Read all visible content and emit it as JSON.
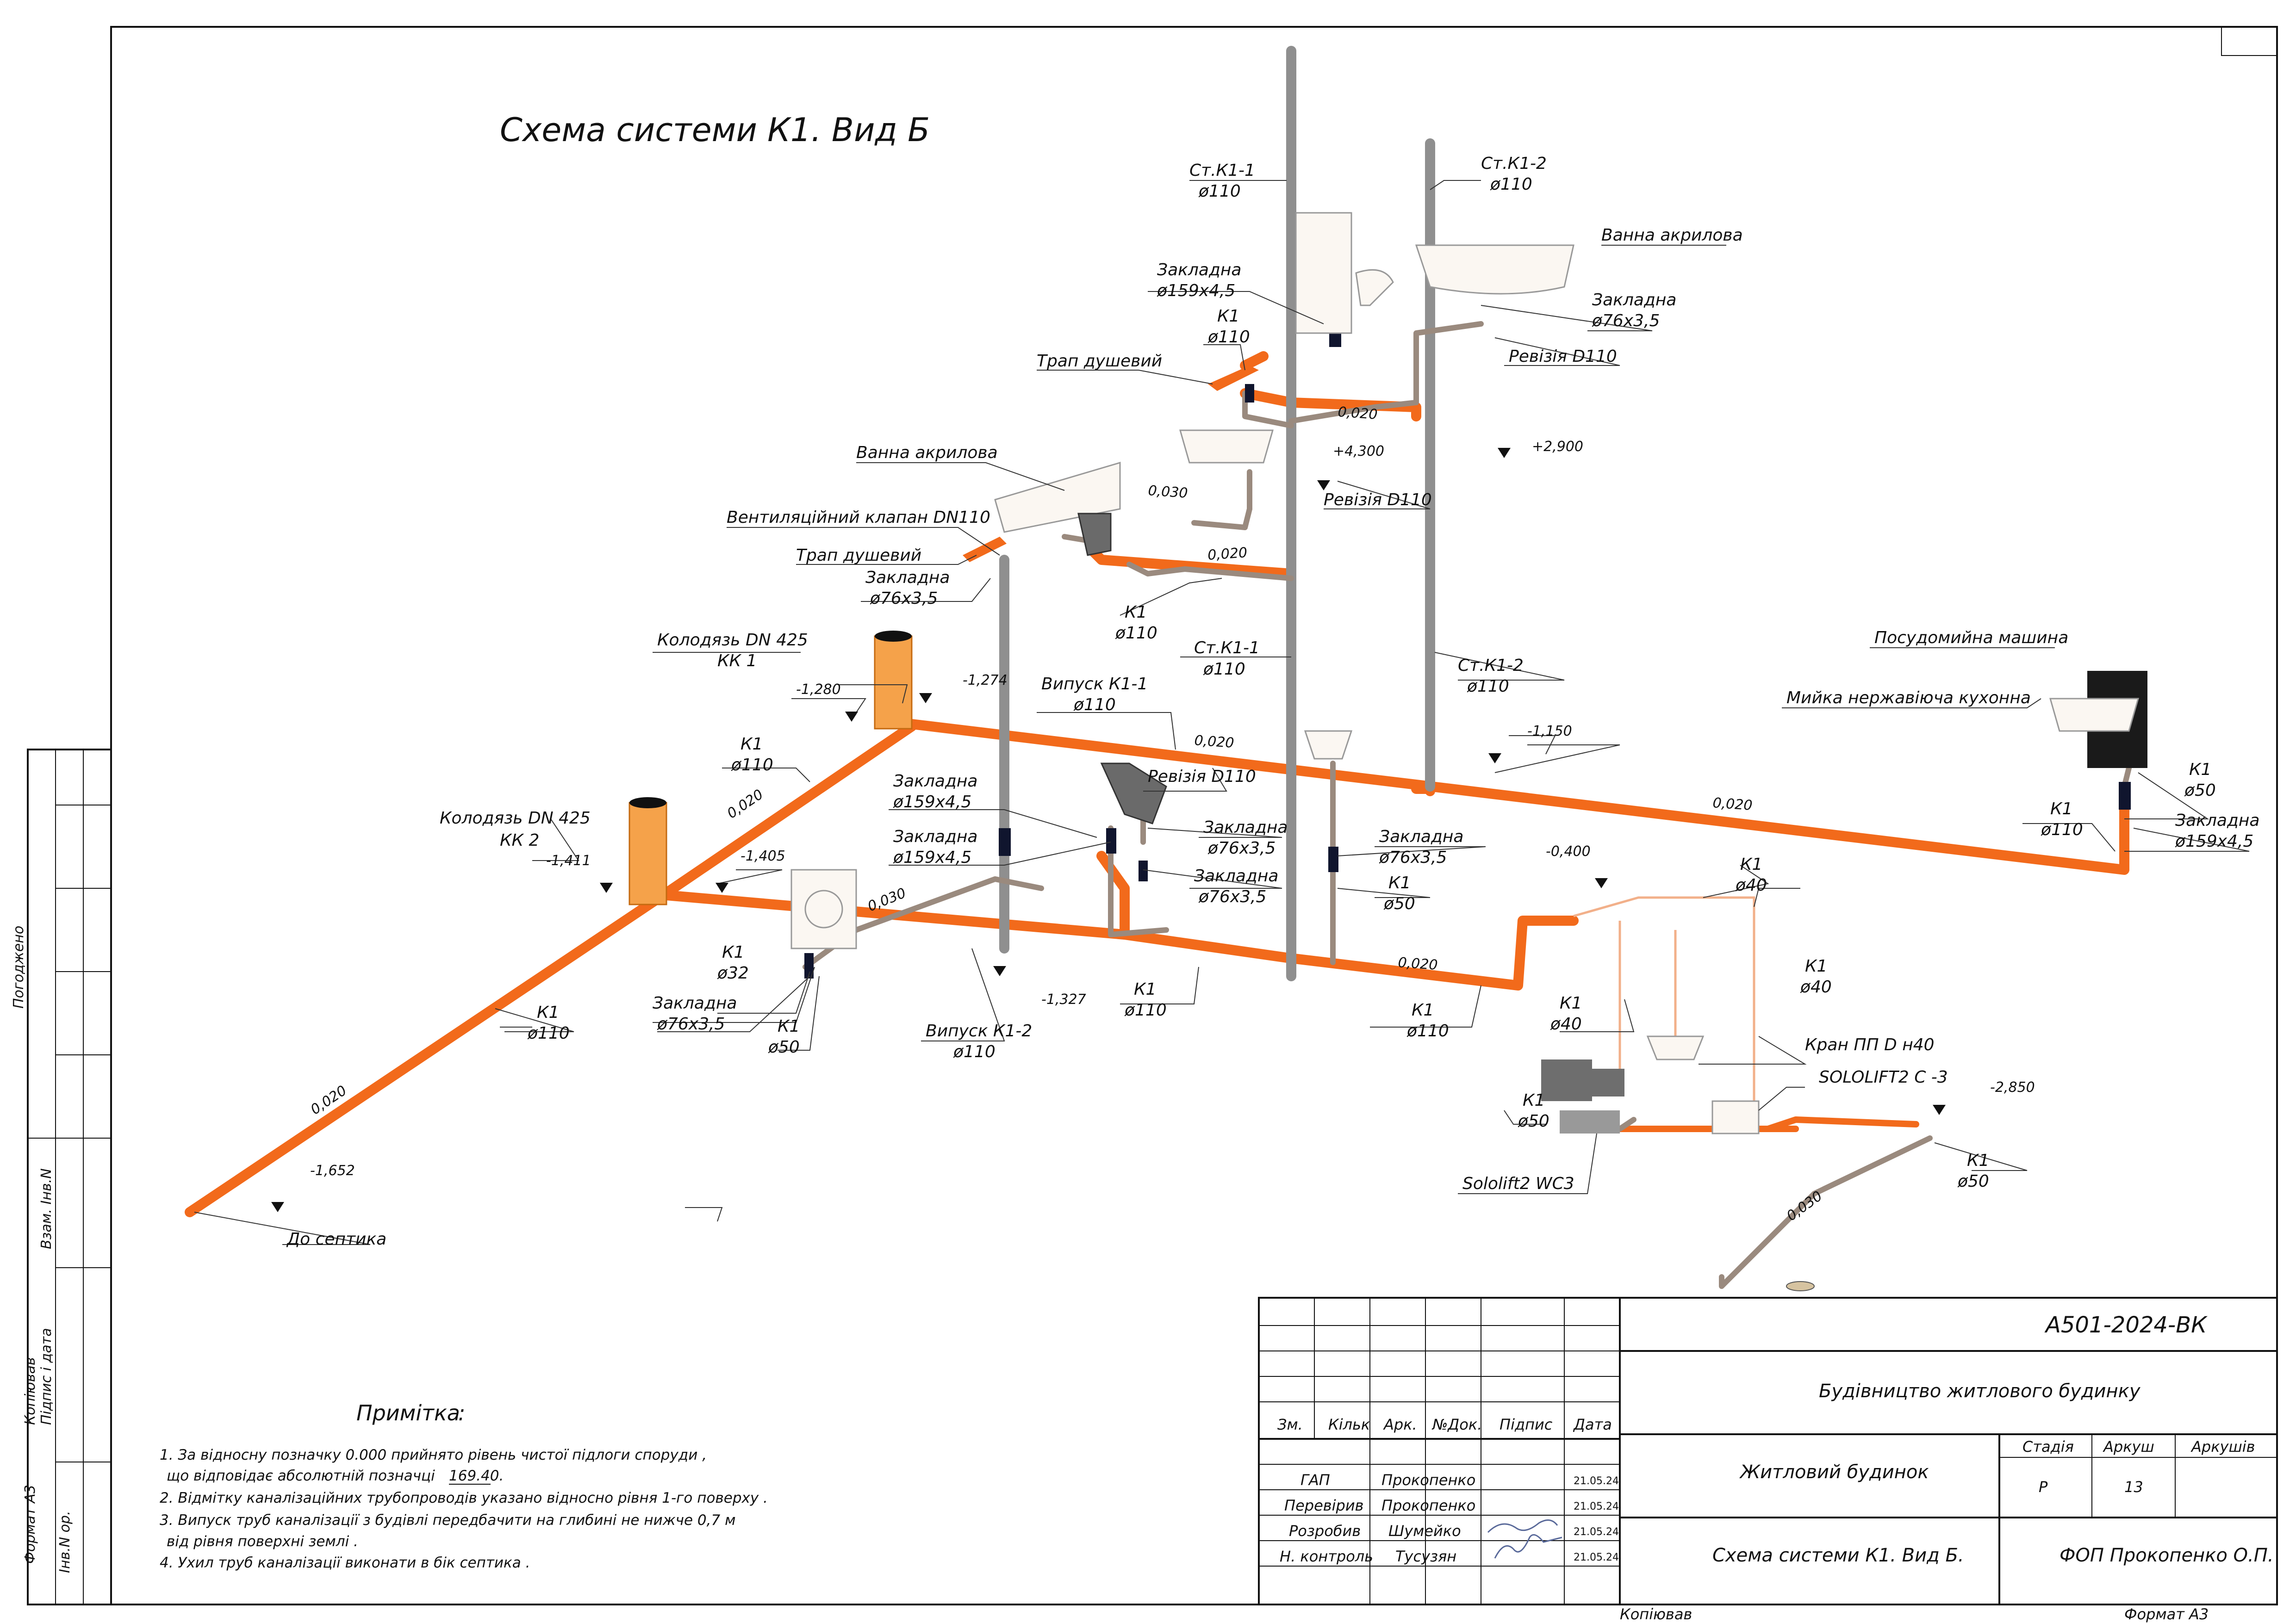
{
  "title": "Схема    системи   К1. Вид   Б",
  "labels": {
    "st_k1_1_top": "Ст.К1-1",
    "st_k1_1_top_d": "ø110",
    "st_k1_2_top": "Ст.К1-2",
    "st_k1_2_top_d": "ø110",
    "zakladna_1": "Закладна",
    "zakladna_1_d": "ø159x4,5",
    "k1_a": "К1",
    "k1_a_d": "ø110",
    "trap_1": "Трап   душевий",
    "vanna_1": "Ванна   акрилова",
    "zakladna_2": "Закладна",
    "zakladna_2_d": "ø76x3,5",
    "reviziya_1": "Ревізія   D110",
    "slope_a": "0,020",
    "mark_2900": "+2,900",
    "mark_4300": "+4,300",
    "reviziya_2": "Ревізія   D110",
    "slope_b": "0,030",
    "vanna_2": "Ванна   акрилова",
    "vent_klapan": "Вентиляційний     клапан   DN110",
    "trap_2": "Трап   душевий",
    "zakladna_3": "Закладна",
    "zakladna_3_d": "ø76x3,5",
    "slope_c": "0,020",
    "k1_b": "К1",
    "k1_b_d": "ø110",
    "kolodyaz_1": "Колодязь   DN 425",
    "kolodyaz_1_id": "КК 1",
    "st_k1_1_mid": "Ст.К1-1",
    "st_k1_1_mid_d": "ø110",
    "st_k1_2_mid": "Ст.К1-2",
    "st_k1_2_mid_d": "ø110",
    "posudomyina": "Посудомийна      машина",
    "myika": "Мийка    нержавіюча     кухонна",
    "mark_1280": "-1,280",
    "mark_1274": "-1,274",
    "vypusk_1": "Випуск   К1-1",
    "vypusk_1_d": "ø110",
    "slope_d": "0,020",
    "reviziya_3": "Ревізія   D110",
    "mark_1150": "-1,150",
    "slope_e": "0,020",
    "k1_c": "К1",
    "k1_c_d": "ø110",
    "k1_d": "К1",
    "k1_d_d": "ø50",
    "k1_e": "К1",
    "k1_e_d": "ø110",
    "zakladna_4": "Закладна",
    "zakladna_4_d": "ø159x4,5",
    "kolodyaz_2": "Колодязь   DN 425",
    "kolodyaz_2_id": "КК 2",
    "slope_f": "0,020",
    "zakladna_5": "Закладна",
    "zakladna_5_d": "ø159x4,5",
    "zakladna_6": "Закладна",
    "zakladna_6_d": "ø159x4,5",
    "zakladna_7": "Закладна",
    "zakladna_7_d": "ø76x3,5",
    "zakladna_8": "Закладна",
    "zakladna_8_d": "ø76x3,5",
    "zakladna_9": "Закладна",
    "zakladna_9_d": "ø76x3,5",
    "k1_f": "К1",
    "k1_f_d": "ø50",
    "mark_1411": "-1,411",
    "mark_1405": "-1,405",
    "slope_g": "0,030",
    "mark_0400": "-0,400",
    "k1_g": "К1",
    "k1_g_d": "ø40",
    "k1_h": "К1",
    "k1_h_d": "ø32",
    "zakladna_10": "Закладна",
    "zakladna_10_d": "ø76x3,5",
    "k1_i": "К1",
    "k1_i_d": "ø50",
    "vypusk_2": "Випуск   К1-2",
    "vypusk_2_d": "ø110",
    "mark_1327": "-1,327",
    "k1_j": "К1",
    "k1_j_d": "ø110",
    "slope_h": "0,020",
    "k1_k": "К1",
    "k1_k_d": "ø110",
    "k1_l": "К1",
    "k1_l_d": "ø40",
    "k1_m": "К1",
    "k1_m_d": "ø40",
    "kran": "Кран   ПП   D н40",
    "sololift_c": "SOLOLIFT2 C        -3",
    "mark_2850": "-2,850",
    "k1_n": "К1",
    "k1_n_d": "ø50",
    "sololift_wc3": "Sololift2 WC3",
    "k1_o": "К1",
    "k1_o_d": "ø50",
    "slope_i": "0,030",
    "k1_p": "К1",
    "k1_p_d": "ø110",
    "slope_j": "0,020",
    "mark_1652": "-1,652",
    "do_septyka": "До  септика"
  },
  "notes": {
    "heading": "Примітка",
    "colon": ":",
    "line1": "1.  За  відносну   позначку    0.000  прийнято    рівень    чистої  підлоги   споруди  ,",
    "line2a": "що  відповідає    абсолютній     позначці",
    "line2b": "169.40.",
    "line3": "2.  Відмітку  каналізаційних      трубопроводів     указано  відносно    рівня  1-го поверху  .",
    "line4": "3.  Випуск   труб  каналізації     з будівлі   передбачити      на  глибині   не  нижче   0,7 м",
    "line5": "від  рівня  поверхні   землі   .",
    "line6": "4.  Ухил  труб  каналізації    виконати   в бік  септика ."
  },
  "titleblock": {
    "code": "А501-2024-ВК",
    "project": "Будівництво  житлового  будинку",
    "object": "Житловий  будинок",
    "sheet_title": "Схема  системи  К1. Вид  Б.",
    "company": "ФОП  Прокопенко  О.П.",
    "stage_h": "Стадія",
    "sheet_h": "Аркуш",
    "sheets_h": "Аркушів",
    "stage": "Р",
    "sheet": "13",
    "sheets": "",
    "col_zm": "Зм.",
    "col_kilk": "Кільк",
    "col_ark": "Арк.",
    "col_doc": "№Док.",
    "col_pidpys": "Підпис",
    "col_data": "Дата",
    "roles": [
      {
        "role": "ГАП",
        "name": "Прокопенко",
        "date": "21.05.24"
      },
      {
        "role": "Перевірив",
        "name": "Прокопенко",
        "date": "21.05.24"
      },
      {
        "role": "Розробив",
        "name": "Шумейко",
        "date": "21.05.24"
      },
      {
        "role": "Н. контроль",
        "name": "Тусузян",
        "date": "21.05.24"
      }
    ],
    "copied": "Копіював",
    "format": "Формат А3"
  },
  "side": {
    "pogodzheno": "Погоджено",
    "vzam": "Взам. Інв.N",
    "pidpys": "Підпис і дата",
    "inv": "Інв.N ор.",
    "kopiyuvav": "Копіював",
    "format": "Формат А3"
  },
  "colors": {
    "pipe_main": "#f26a1b",
    "pipe_riser": "#8f8f8f",
    "pipe_branch": "#9a8a7e",
    "well": "#f5a24a"
  }
}
